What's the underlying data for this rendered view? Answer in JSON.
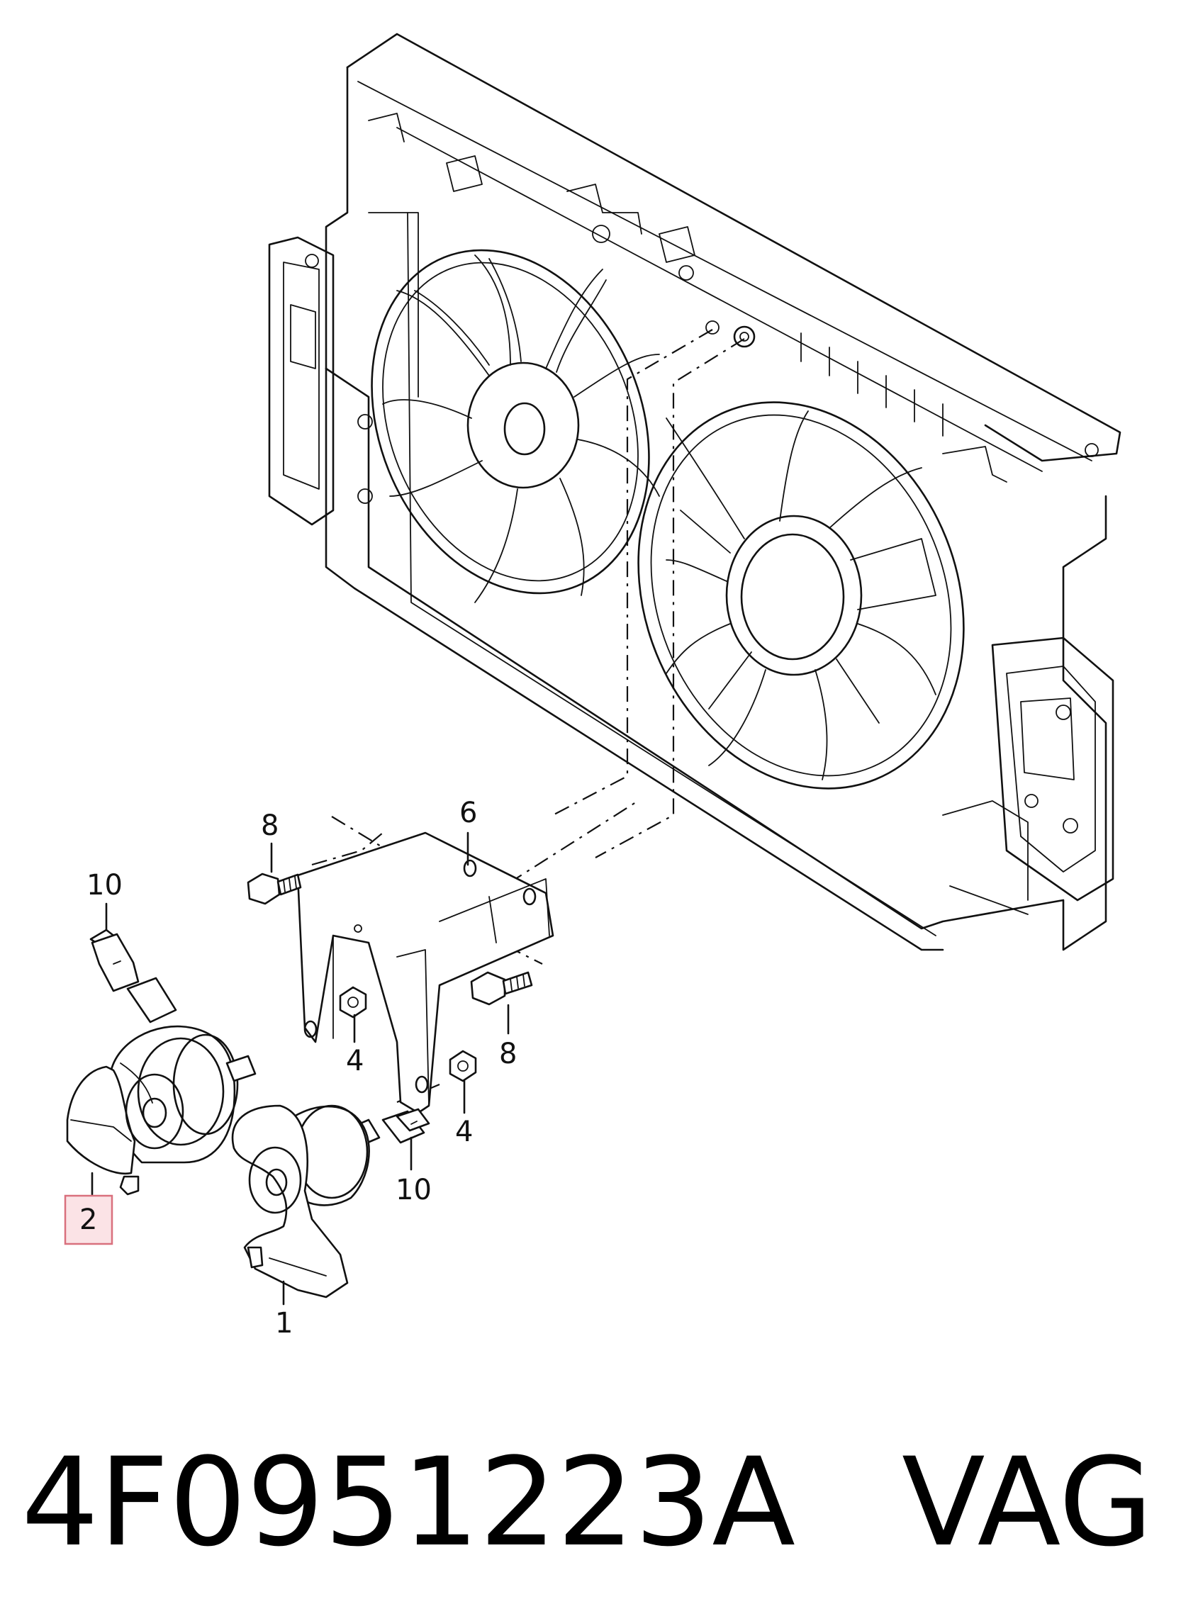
{
  "callouts": {
    "horn_high": "1",
    "horn_low": "2",
    "nut_upper": "4",
    "nut_lower": "4",
    "bracket": "6",
    "bolt_upper": "8",
    "bolt_lower": "8",
    "connector_upper": "10",
    "connector_lower": "10"
  },
  "highlighted_callout": "2",
  "caption": {
    "part_number": "4F0951223A",
    "manufacturer": "VAG"
  },
  "colors": {
    "line": "#111111",
    "highlight_fill": "#fbe3e6",
    "highlight_stroke": "#d9707d"
  }
}
